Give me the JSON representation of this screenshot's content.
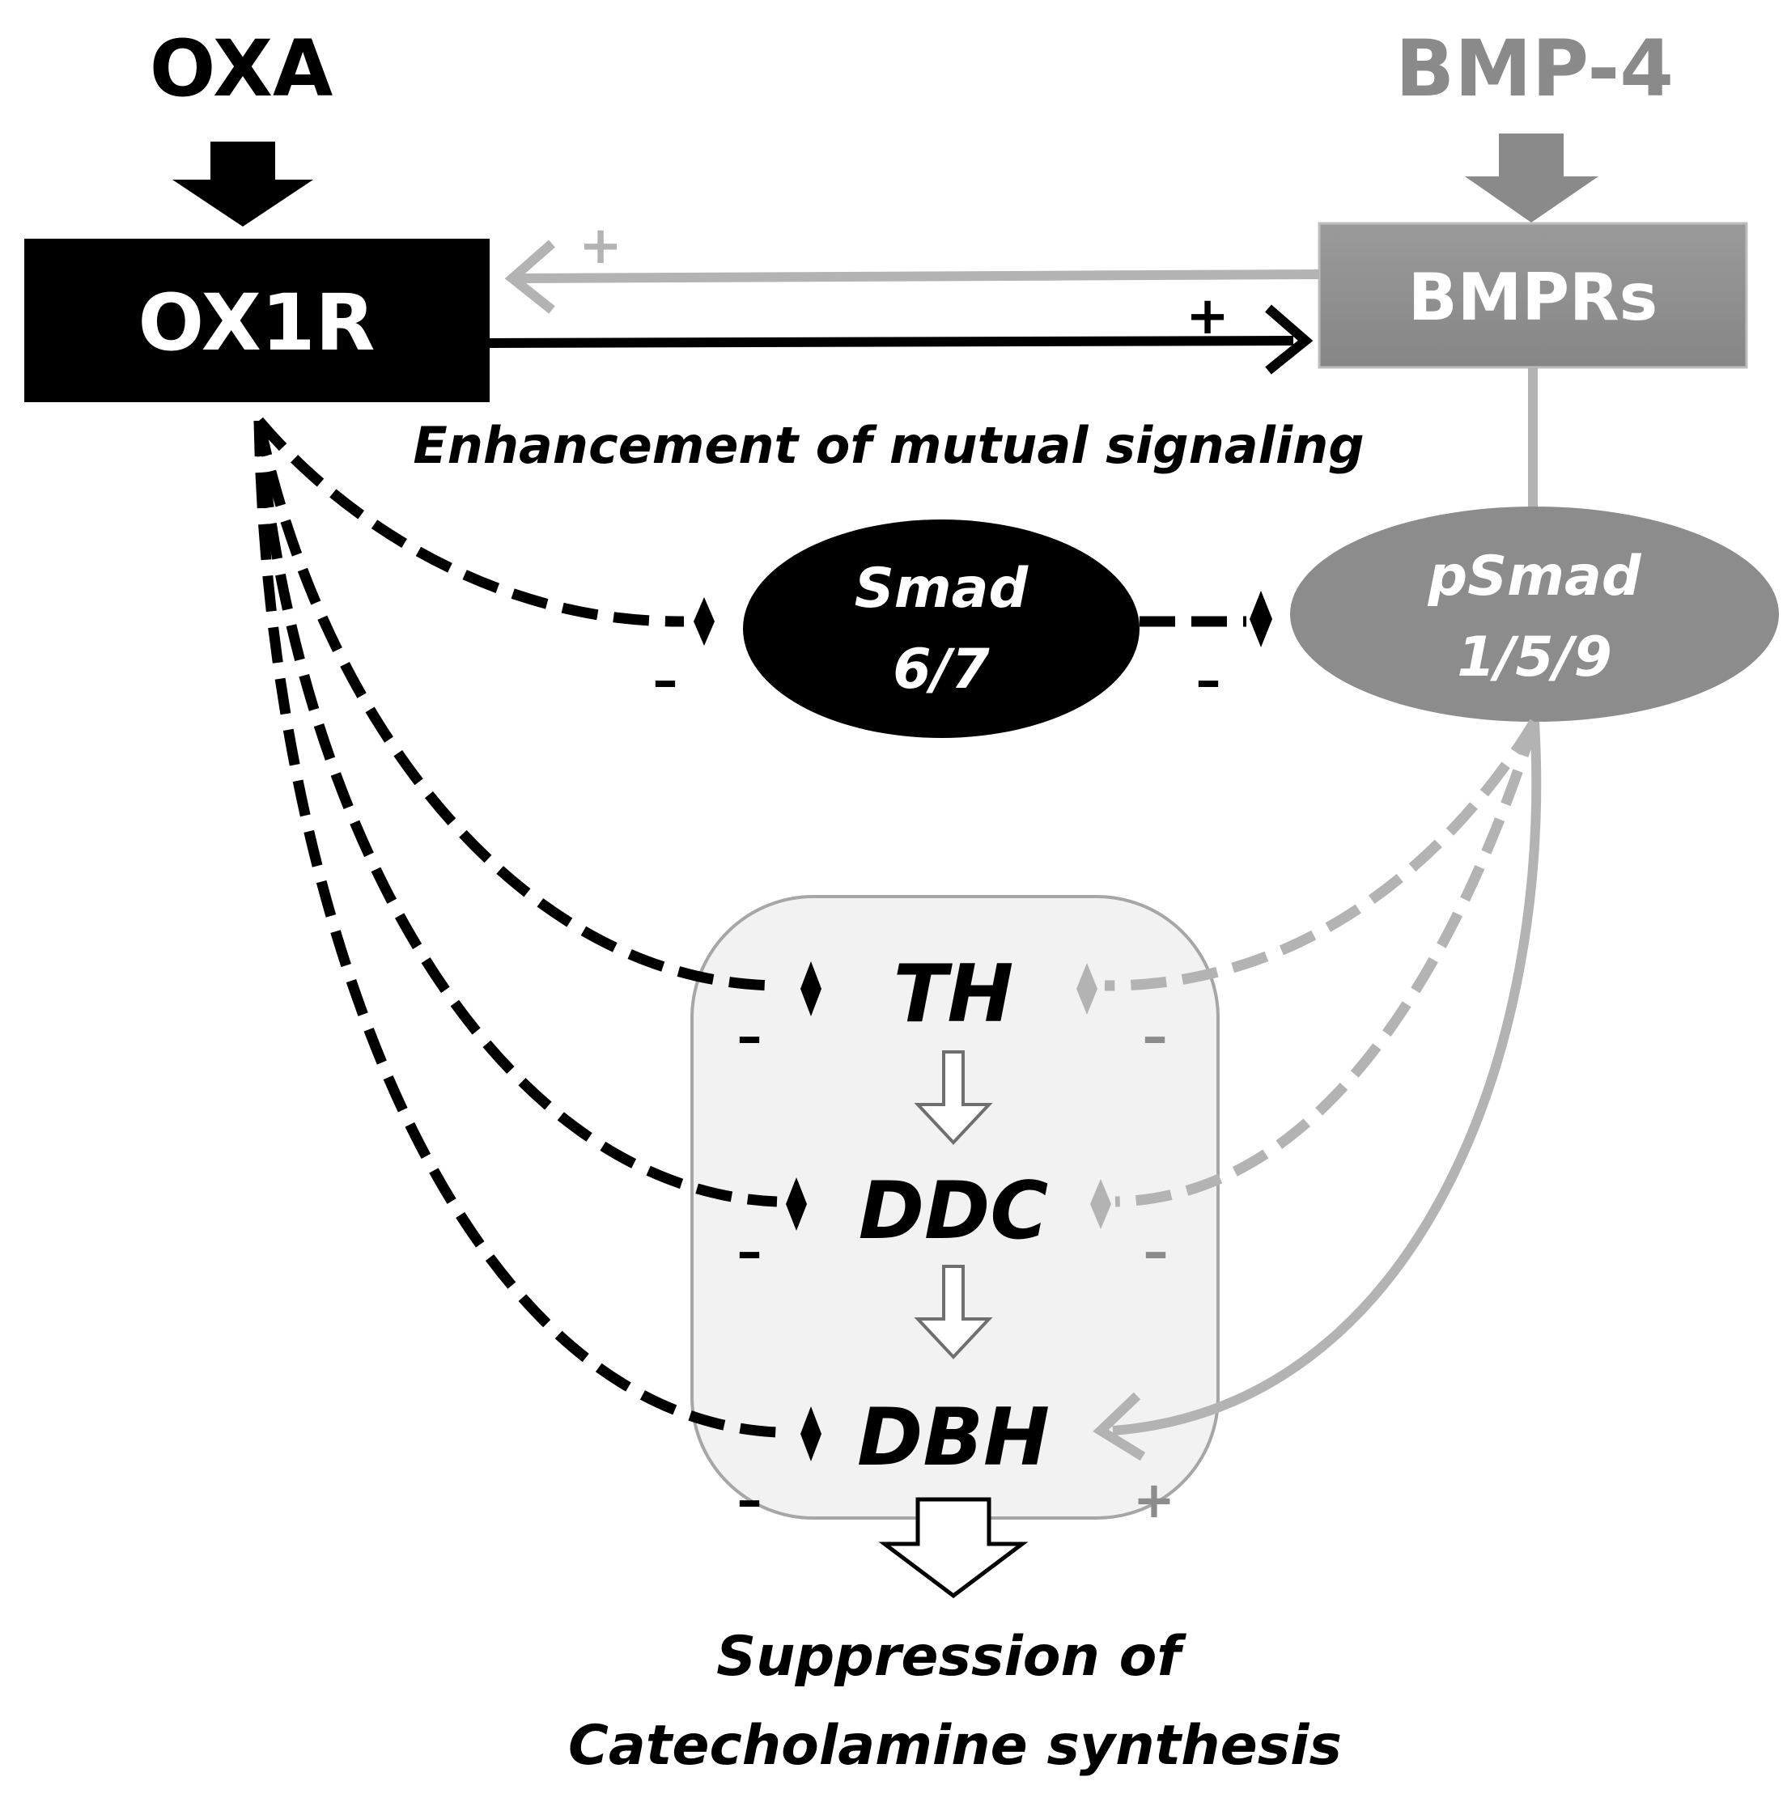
{
  "ligands": {
    "oxa": "OXA",
    "bmp4": "BMP-4"
  },
  "receptors": {
    "ox1r": "OX1R",
    "bmprs": "BMPRs"
  },
  "cross_talk": {
    "plus_bmp_to_ox": "+",
    "plus_ox_to_bmp": "+",
    "caption": "Enhancement of mutual signaling"
  },
  "smads": {
    "inhibitory": {
      "line1": "Smad",
      "line2": "6/7"
    },
    "phospho": {
      "line1": "pSmad",
      "line2": "1/5/9"
    }
  },
  "enzymes": {
    "th": "TH",
    "ddc": "DDC",
    "dbh": "DBH"
  },
  "signs": {
    "smad67_minus": "–",
    "psmad_minus": "–",
    "th_left": "–",
    "th_right": "–",
    "ddc_left": "–",
    "ddc_right": "–",
    "dbh_left": "–",
    "dbh_right": "+"
  },
  "outcome": {
    "line1": "Suppression of",
    "line2": "Catecholamine synthesis"
  },
  "colors": {
    "ox_pathway": "#000000",
    "bmp_pathway": "#7f7f7f",
    "bmp_light": "#b3b3b3",
    "enzyme_box_fill": "#f2f2f2",
    "enzyme_box_stroke": "#a6a6a6"
  }
}
